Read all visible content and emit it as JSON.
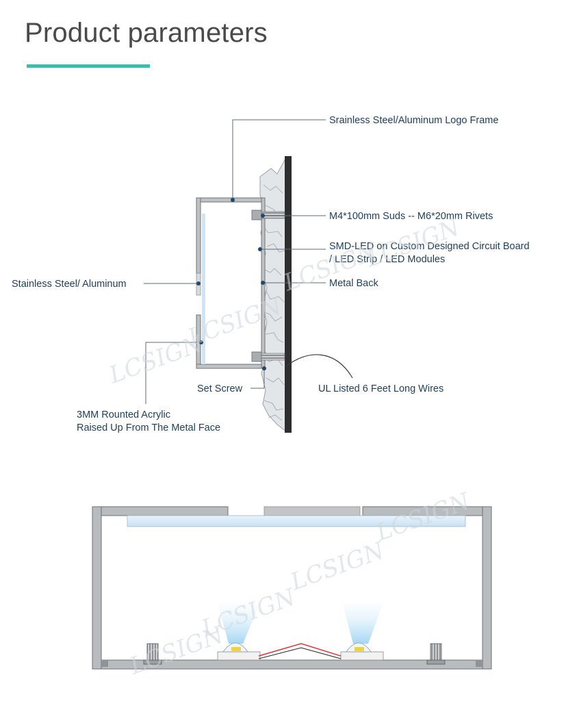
{
  "page": {
    "title": "Product parameters",
    "accent_color": "#3bbfad"
  },
  "labels": {
    "logo_frame": "Srainless Steel/Aluminum Logo Frame",
    "studs": "M4*100mm Suds -- M6*20mm Rivets",
    "smd_led_line1": "SMD-LED on Custom Designed Circuit Board",
    "smd_led_line2": "/ LED Strip / LED Modules",
    "side": "Stainless Steel/ Aluminum",
    "metal_back": "Metal Back",
    "set_screw": "Set Screw",
    "wires": "UL Listed 6 Feet Long Wires",
    "acrylic_line1": "3MM Rounted Acrylic",
    "acrylic_line2": "Raised Up From The Metal Face"
  },
  "watermark": "LCSIGN",
  "colors": {
    "label_text": "#1f3e5c",
    "leader_line": "#5a6b7a",
    "frame_gray": "#b5b8bb",
    "acrylic_blue": "#d6e9f7",
    "wire_red": "#e22424",
    "led_yellow": "#f3d13a"
  },
  "icons": {
    "wall": "stone-wall-icon",
    "led": "led-chip-icon",
    "stud": "threaded-stud-icon"
  }
}
